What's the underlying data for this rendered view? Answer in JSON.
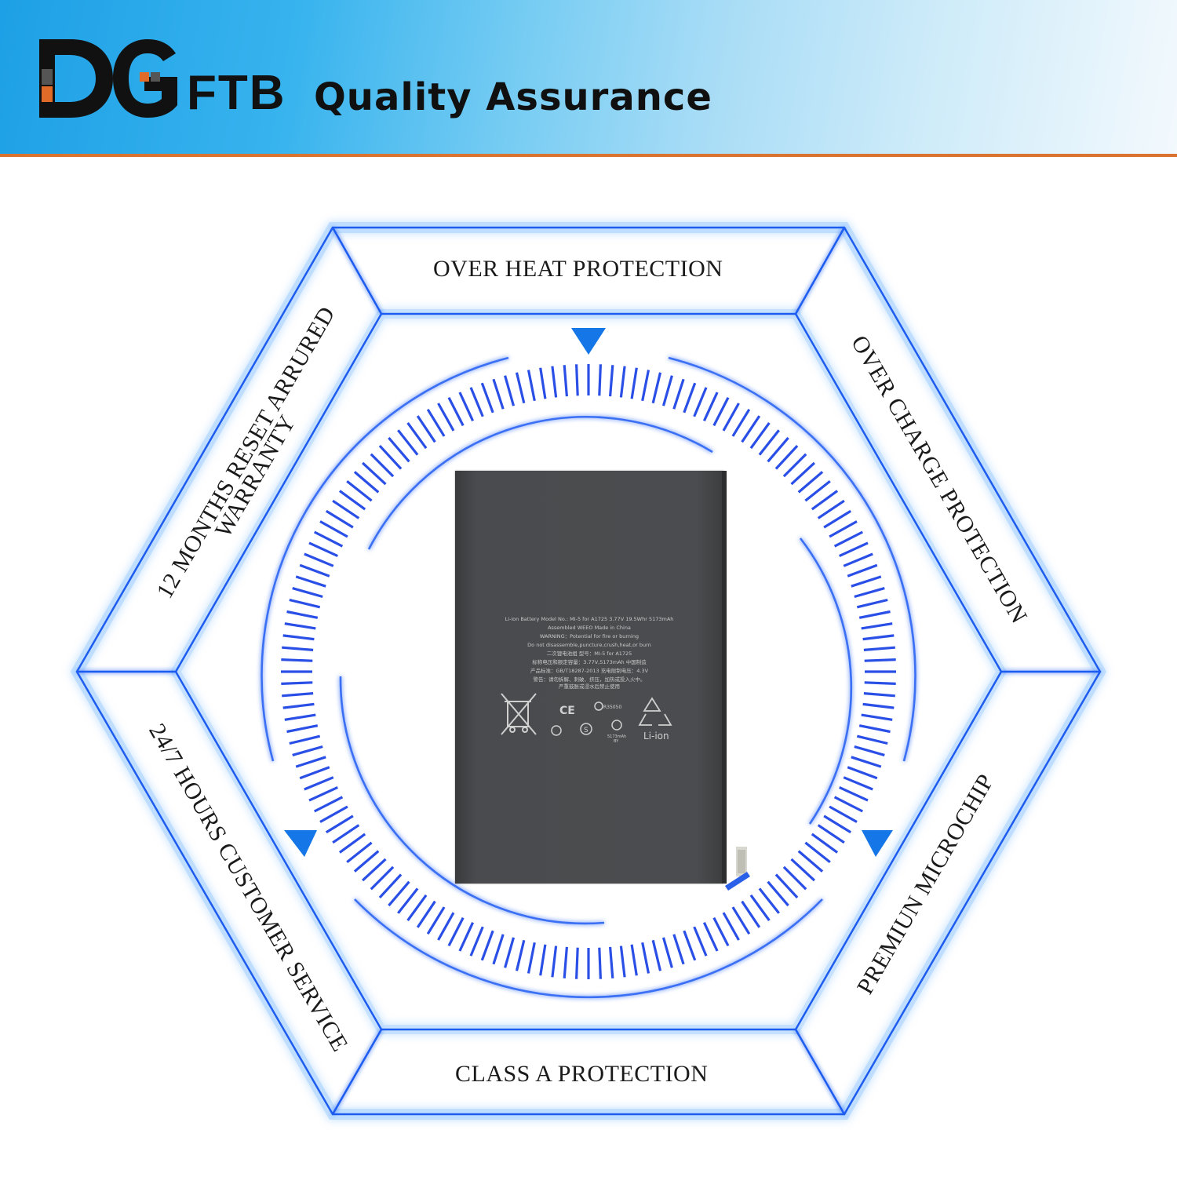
{
  "header": {
    "brand_short": "DG",
    "brand_suffix": "FTB",
    "title": "Quality Assurance",
    "colors": {
      "gradient_start": "#1ea0e6",
      "gradient_end": "#f3f9fd",
      "stripe": "#d9732f",
      "logo_dark": "#111111",
      "logo_accent": "#e06a28"
    }
  },
  "features": {
    "top": "OVER HEAT PROTECTION",
    "upper_right": "OVER CHARGE PROTECTION",
    "lower_right": "PREMIUN MICROCHIP",
    "bottom": "CLASS A PROTECTION",
    "lower_left": "24/7 HOURS CUSTOMER SERVICE",
    "upper_left_line1": "12 MONTHS RESET ARRURED",
    "upper_left_line2": "WARRANTY"
  },
  "battery": {
    "line1": "Li-ion Battery Model No.: MI-5 for A1725 3.77V 19.5Whr 5173mAh",
    "line2": "Assembled WEEO Made in China",
    "line3": "WARNING：Potential for fire or burning",
    "line4": "Do not disassemble,puncture,crush,heat,or burn",
    "line5": "二次锂电池组 型号：MI-5 for A1725",
    "line6": "标称电压和额定容量：3.77V,5173mAh 中国制造",
    "line7": "产品标准：GB/T18287-2013 充电限制电压：4.3V",
    "line8": "警告：请勿拆解、刺破、挤压，加热或投入火中。",
    "line9": "严重鼓胀或浸水后禁止使用",
    "capacity_mark": "5173mAh",
    "capacity_sub": "BY",
    "cert_mark": "R35050",
    "chemistry": "Li-ion"
  },
  "icons": [
    "weee-crossed-bin-icon",
    "ce-mark-icon",
    "recycle-icon",
    "triangle-down-icon"
  ],
  "theme": {
    "hex_line": "#1e5cf0",
    "glow": "#5aa8ff",
    "tick": "#2a4fe6",
    "arrow": "#1576e8"
  }
}
